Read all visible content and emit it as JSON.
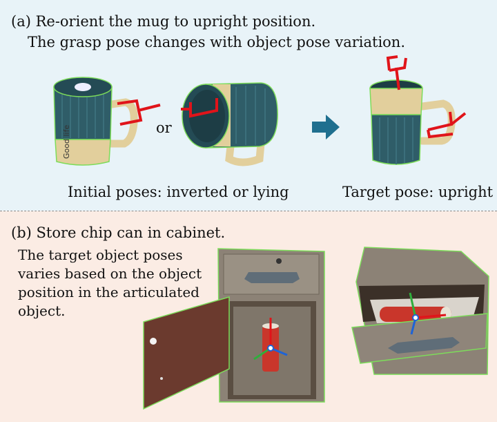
{
  "panel_a": {
    "title": "(a) Re-orient the mug to upright position.",
    "subtitle": "The grasp pose changes with object pose variation.",
    "or_label": "or",
    "mug_label": "Good life",
    "initial_caption": "Initial poses: inverted or lying",
    "target_caption": "Target pose: upright"
  },
  "panel_b": {
    "title": "(b) Store chip can in cabinet.",
    "description": [
      "The target object poses",
      "varies based on the object",
      "position in the articulated",
      "object."
    ]
  },
  "colors": {
    "panel_a_bg": "#e8f3f8",
    "panel_b_bg": "#fbece4",
    "mug_body": "#2f5d68",
    "mug_band": "#e2cf9c",
    "gripper": "#e0141a",
    "arrow": "#1f6f8f",
    "outline": "#7ddc5a",
    "wood": "#8c8276",
    "door": "#6b3a2e",
    "can": "#c9362b"
  }
}
